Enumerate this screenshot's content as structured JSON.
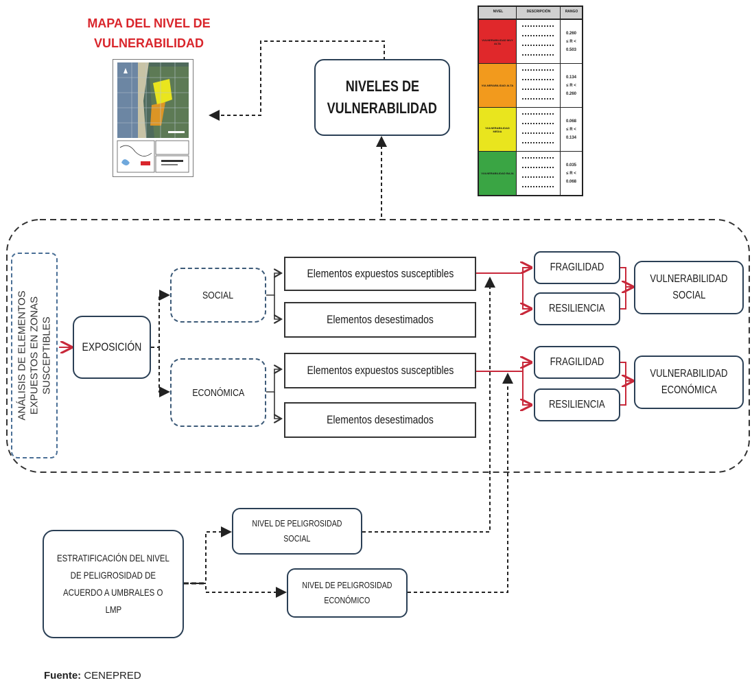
{
  "map": {
    "title_line1": "MAPA DEL NIVEL DE",
    "title_line2": "VULNERABILIDAD"
  },
  "levels_box": {
    "line1": "NIVELES DE",
    "line2": "VULNERABILIDAD"
  },
  "vuln_table": {
    "headers": [
      "NIVEL",
      "DESCRIPCIÓN",
      "RANGO"
    ],
    "rows": [
      {
        "level": "VULNERABILIDAD MUY ALTA",
        "color": "#e0282b",
        "range": [
          "0.260",
          "≤ R <",
          "0.503"
        ]
      },
      {
        "level": "VULNERABILIDAD ALTA",
        "color": "#f29a1d",
        "range": [
          "0.134",
          "≤ R <",
          "0.260"
        ]
      },
      {
        "level": "VULNERABILIDAD MEDIA",
        "color": "#e9e51e",
        "range": [
          "0.068",
          "≤ R <",
          "0.134"
        ]
      },
      {
        "level": "VULNERABILIDAD BAJA",
        "color": "#3aa544",
        "range": [
          "0.035",
          "≤ R <",
          "0.068"
        ]
      }
    ]
  },
  "analysis": {
    "line1": "ANÁLISIS DE ELEMENTOS",
    "line2": "EXPUESTOS EN ZONAS",
    "line3": "SUSCEPTIBLES"
  },
  "exposure": "EXPOSICIÓN",
  "social": "SOCIAL",
  "economica": "ECONÓMICA",
  "social_exposed": "Elementos expuestos susceptibles",
  "social_dismissed": "Elementos desestimados",
  "eco_exposed": "Elementos expuestos susceptibles",
  "eco_dismissed": "Elementos desestimados",
  "fragilidad_social": "FRAGILIDAD",
  "resiliencia_social": "RESILIENCIA",
  "fragilidad_eco": "FRAGILIDAD",
  "resiliencia_eco": "RESILIENCIA",
  "vuln_social": {
    "line1": "VULNERABILIDAD",
    "line2": "SOCIAL"
  },
  "vuln_eco": {
    "line1": "VULNERABILIDAD",
    "line2": "ECONÓMICA"
  },
  "estrat": {
    "line1": "ESTRATIFICACIÓN DEL NIVEL",
    "line2": "DE PELIGROSIDAD DE",
    "line3": "ACUERDO A UMBRALES O",
    "line4": "LMP"
  },
  "peligro_social": {
    "line1": "NIVEL DE PELIGROSIDAD",
    "line2": "SOCIAL"
  },
  "peligro_eco": {
    "line1": "NIVEL DE PELIGROSIDAD",
    "line2": "ECONÓMICO"
  },
  "source": {
    "label": "Fuente:",
    "value": "CENEPRED"
  },
  "colors": {
    "dark_border": "#2a3f55",
    "dashed": "#3c5a78",
    "red_arrow": "#c8283a",
    "map_title": "#d9262c"
  }
}
